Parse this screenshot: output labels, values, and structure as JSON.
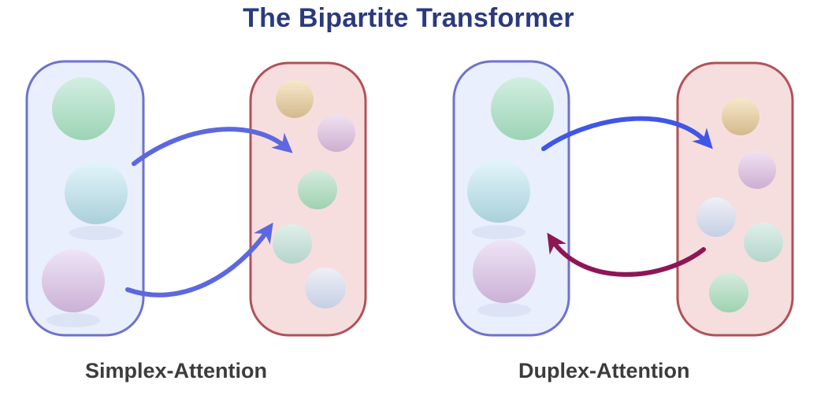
{
  "title": "The Bipartite Transformer",
  "panels": [
    {
      "caption": "Simplex-Attention",
      "arrows": [
        {
          "direction": "left-to-right",
          "color": "#5c68e0"
        },
        {
          "direction": "left-to-right",
          "color": "#5c68e0"
        }
      ]
    },
    {
      "caption": "Duplex-Attention",
      "arrows": [
        {
          "direction": "left-to-right",
          "color": "#3f56e6"
        },
        {
          "direction": "right-to-left",
          "color": "#8e1655"
        }
      ]
    }
  ],
  "colors": {
    "left_group_fill": "#e9effc",
    "left_group_stroke": "#6d72cf",
    "right_group_fill": "#f7dede",
    "right_group_stroke": "#b2515a",
    "title": "#2b3a7c"
  }
}
